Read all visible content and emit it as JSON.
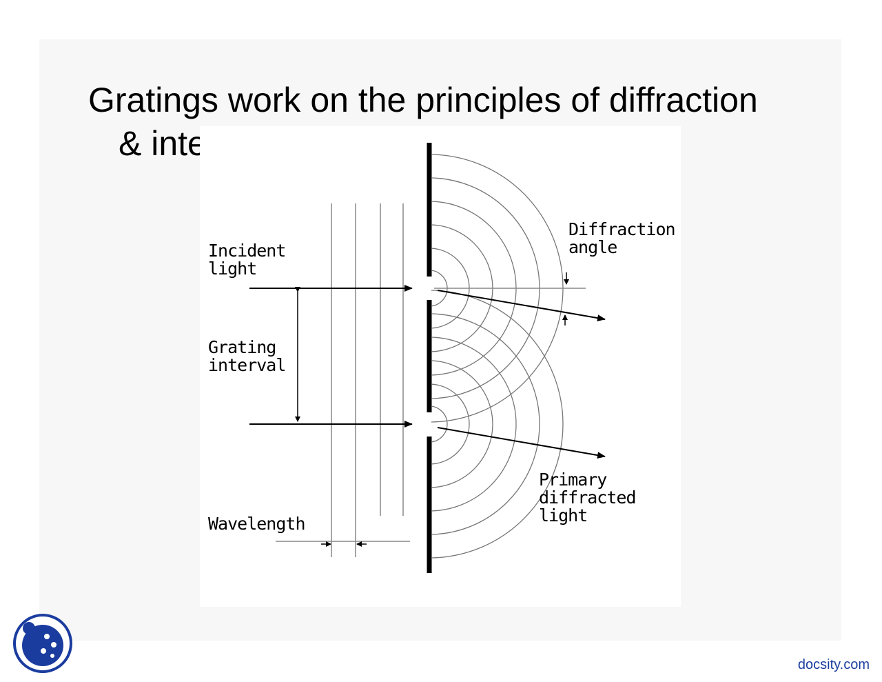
{
  "slide": {
    "title_line1": "Gratings work on the principles of diffraction",
    "title_line2": "& interference"
  },
  "diagram": {
    "labels": {
      "incident_1": "Incident",
      "incident_2": "light",
      "grating_1": "Grating",
      "grating_2": "interval",
      "wavelength": "Wavelength",
      "diffraction_1": "Diffraction",
      "diffraction_2": "angle",
      "primary_1": "Primary",
      "primary_2": "diffracted",
      "primary_3": "light"
    }
  },
  "footer": {
    "brand": "docsity.com",
    "logo_icon": "docsity-ladybug-logo-icon",
    "brand_color": "#1a3c9e"
  }
}
